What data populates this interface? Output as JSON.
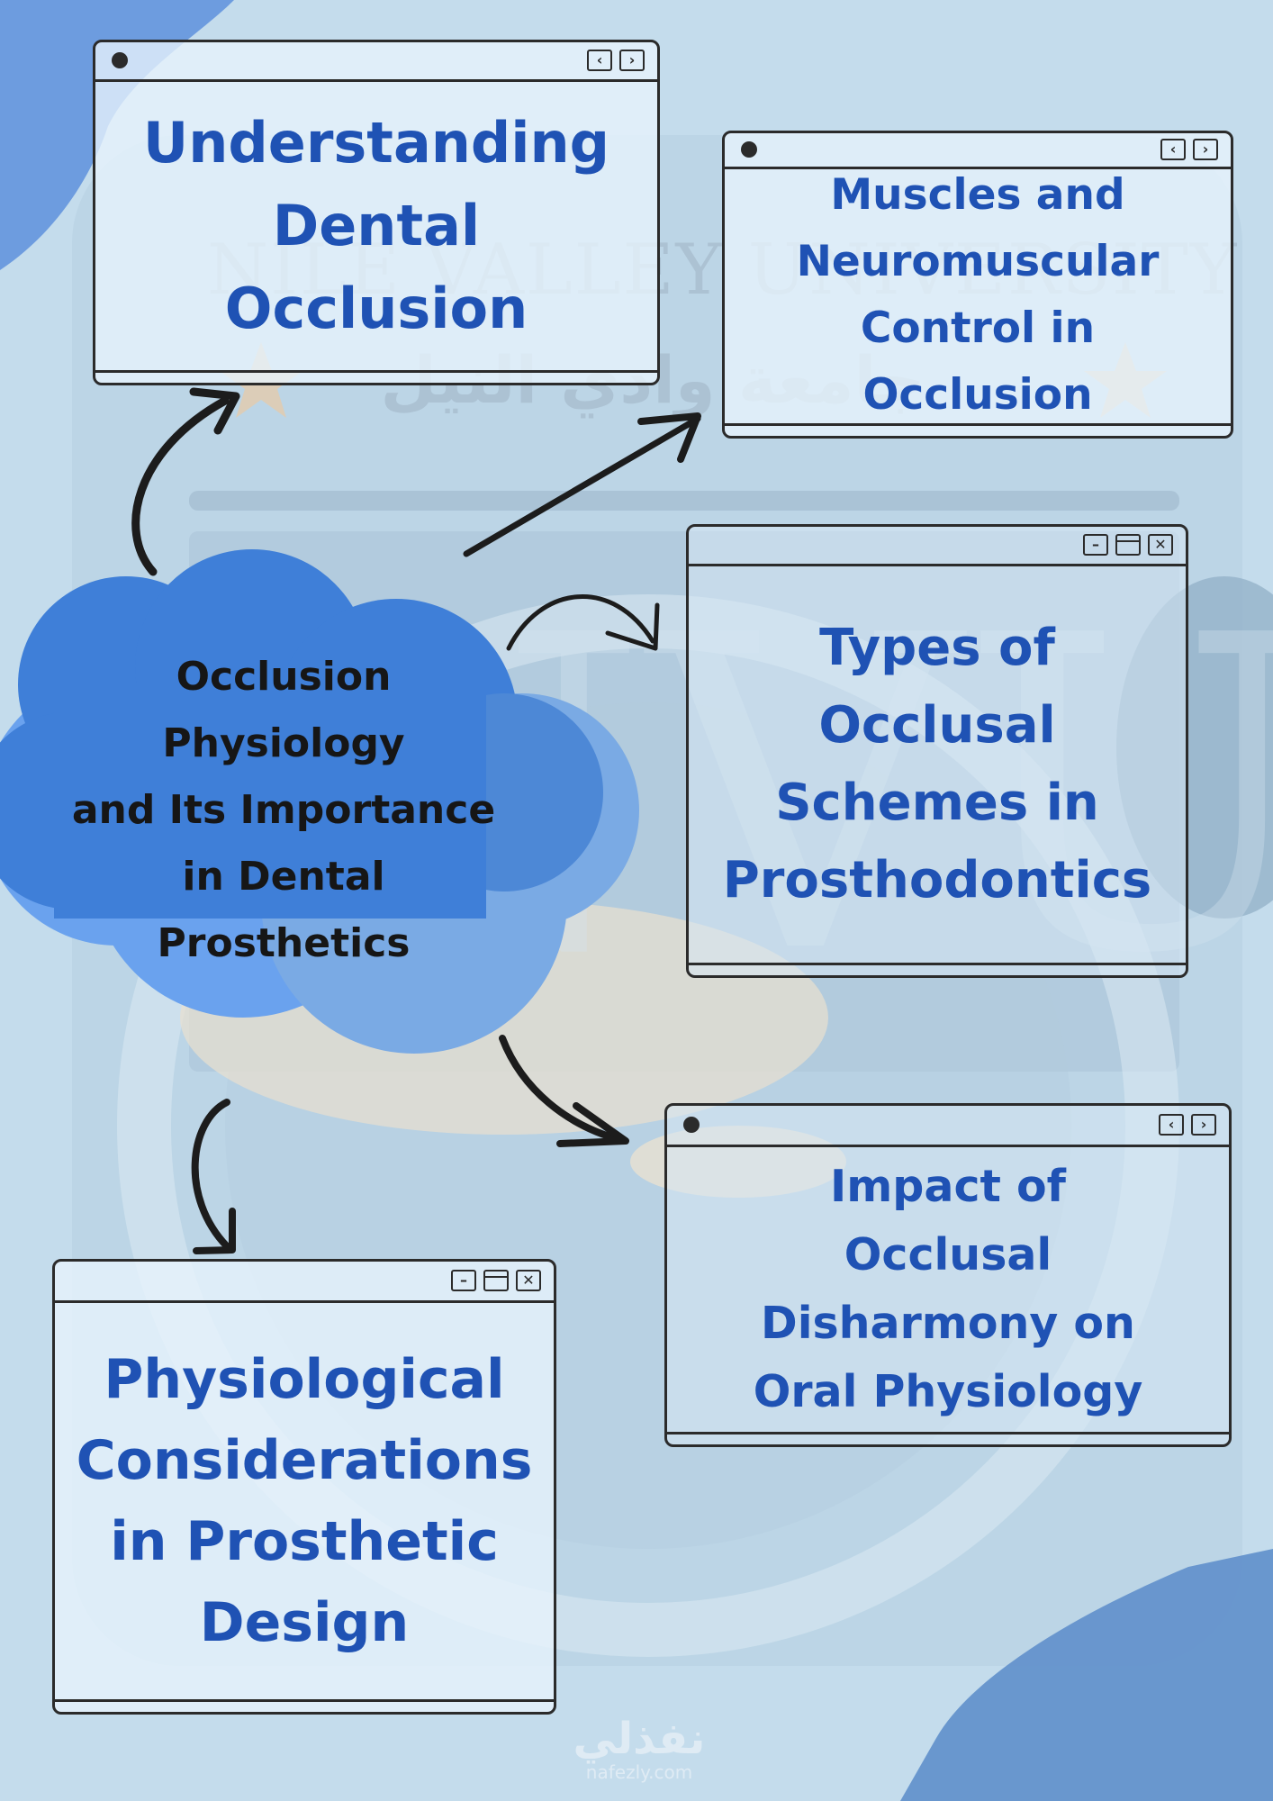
{
  "watermark": {
    "university_en": "NILE VALLEY UNIVERSITY",
    "university_ar": "جامعة وادي النيل",
    "site_ar": "نفذلي",
    "site_en": "nafezly.com"
  },
  "colors": {
    "background": "#c4dcec",
    "title_blue": "#1f52b4",
    "cloud_blue": "#3f7fd8",
    "ink": "#2b2b2b"
  },
  "center": {
    "text": "Occlusion\nPhysiology\nand Its Importance\nin Dental\nProsthetics"
  },
  "windows": [
    {
      "id": "understanding",
      "title": "Understanding\nDental\nOcclusion",
      "controls": [
        "chevron-left-icon",
        "chevron-right-icon"
      ]
    },
    {
      "id": "muscles",
      "title": "Muscles and\nNeuromuscular\nControl in\nOcclusion",
      "controls": [
        "chevron-left-icon",
        "chevron-right-icon"
      ]
    },
    {
      "id": "types",
      "title": "Types of\nOcclusal\nSchemes in\nProsthodontics",
      "controls": [
        "minimize-icon",
        "maximize-icon",
        "close-icon"
      ]
    },
    {
      "id": "impact",
      "title": "Impact of\nOcclusal\nDisharmony on\nOral Physiology",
      "controls": [
        "chevron-left-icon",
        "chevron-right-icon"
      ]
    },
    {
      "id": "physiological",
      "title": "Physiological\nConsiderations\nin Prosthetic\nDesign",
      "controls": [
        "minimize-icon",
        "maximize-icon",
        "close-icon"
      ]
    }
  ],
  "glyphs": {
    "prev": "‹",
    "next": "›",
    "minimize": "–",
    "close": "✕"
  }
}
